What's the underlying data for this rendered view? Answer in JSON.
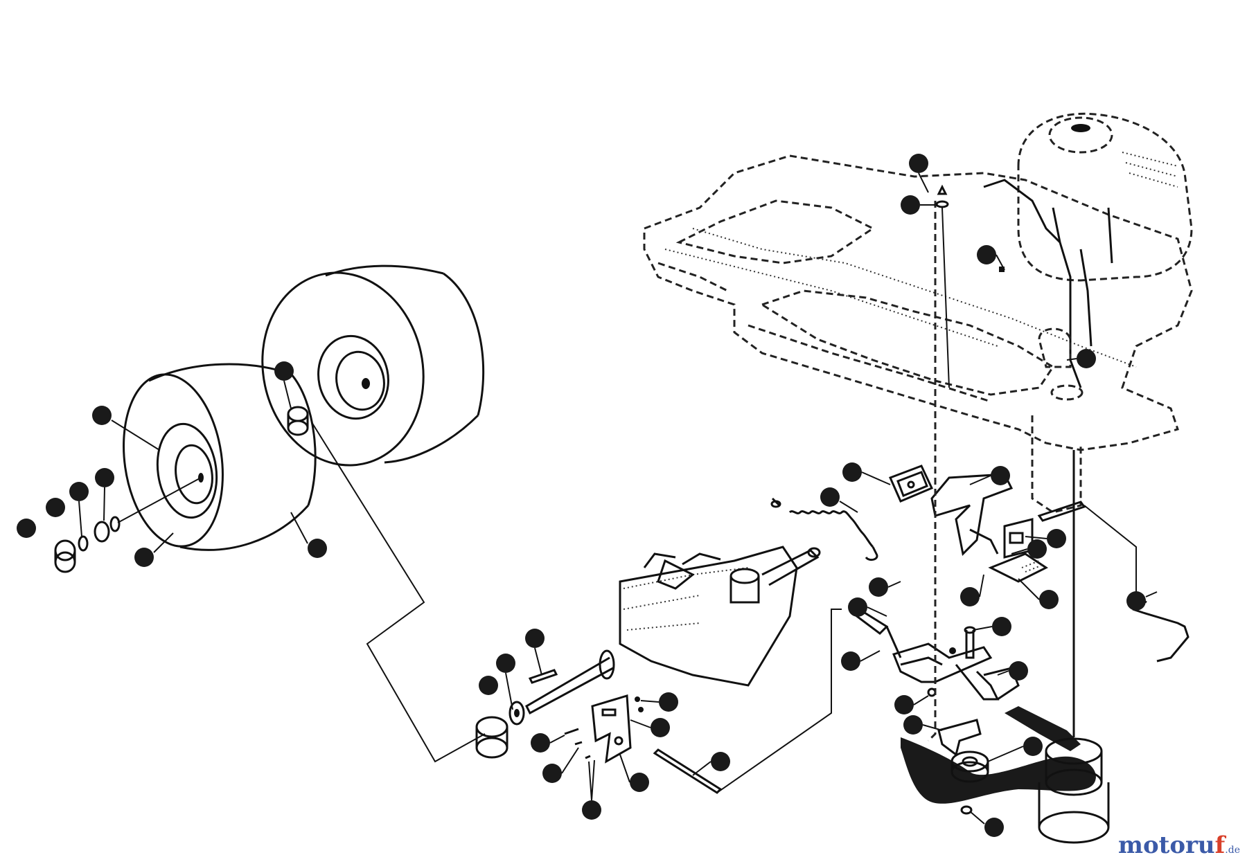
{
  "watermark": {
    "main": "motoru",
    "accent": "f",
    "tld": ".de"
  },
  "colors": {
    "line": "#111111",
    "background": "#ffffff",
    "brand_blue": "#3b5aa8",
    "brand_red": "#d8402a"
  }
}
